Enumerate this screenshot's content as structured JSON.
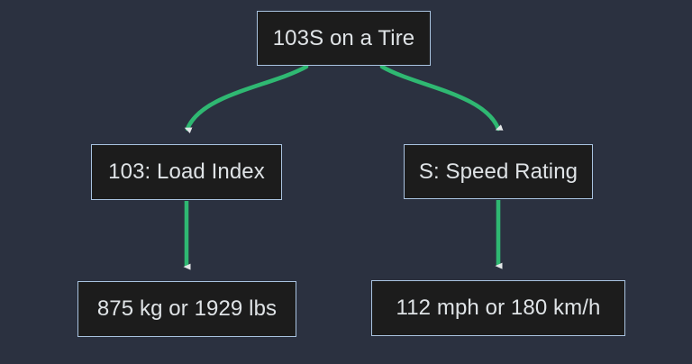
{
  "diagram": {
    "title": "103S on a Tire tire-code breakdown flowchart",
    "background_color": "#2b3140",
    "node_fill_color": "#1c1c1c",
    "node_border_color": "#a9c3e0",
    "node_text_color": "#dfe3e6",
    "edge_color": "#2fb872",
    "arrowhead_color": "#e3e6e8",
    "nodes": [
      {
        "id": "root",
        "label": "103S on a Tire"
      },
      {
        "id": "load",
        "label": "103: Load Index"
      },
      {
        "id": "speed",
        "label": "S: Speed Rating"
      },
      {
        "id": "loadv",
        "label": "875 kg or 1929 lbs"
      },
      {
        "id": "speedv",
        "label": "112 mph or 180 km/h"
      }
    ],
    "edges": [
      {
        "from": "root",
        "to": "load",
        "style": "curved"
      },
      {
        "from": "root",
        "to": "speed",
        "style": "curved"
      },
      {
        "from": "load",
        "to": "loadv",
        "style": "straight"
      },
      {
        "from": "speed",
        "to": "speedv",
        "style": "straight"
      }
    ]
  }
}
